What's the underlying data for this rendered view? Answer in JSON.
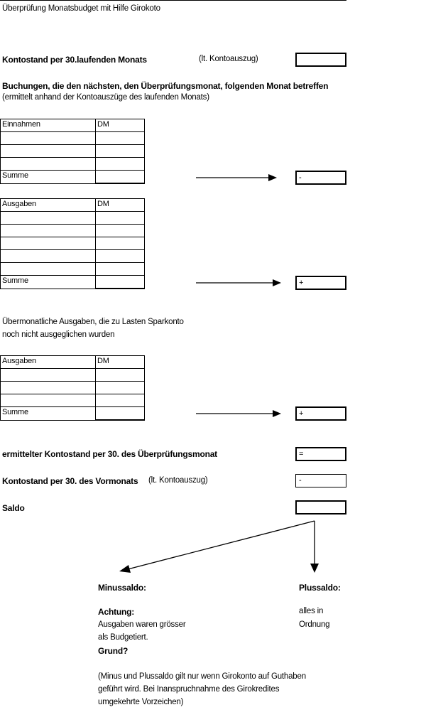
{
  "title": "Überprüfung Monatsbudget mit Hilfe Girokoto",
  "kontostand_laufend": {
    "label": "Kontostand per 30.laufenden Monats",
    "note": "(lt. Kontoauszug)"
  },
  "buchungen": {
    "heading": "Buchungen, die den nächsten, den Überprüfungsmonat, folgenden Monat betreffen",
    "sub": "(ermittelt anhand der Kontoauszüge des laufenden Monats)"
  },
  "einnahmen_table": {
    "col1": "Einnahmen",
    "col2": "DM",
    "sum": "Summe",
    "result_sign": "-"
  },
  "ausgaben_table": {
    "col1": "Ausgaben",
    "col2": "DM",
    "sum": "Summe",
    "result_sign": "+"
  },
  "uebermonatlich": {
    "line1": "Übermonatliche Ausgaben, die zu Lasten Sparkonto",
    "line2": "noch nicht ausgeglichen wurden"
  },
  "ausgaben_table2": {
    "col1": "Ausgaben",
    "col2": "DM",
    "sum": "Summe",
    "result_sign": "+"
  },
  "ermittelt": {
    "label": "ermittelter Kontostand per 30. des Überprüfungsmonat",
    "sign": "="
  },
  "vormonat": {
    "label": "Kontostand per 30. des Vormonats",
    "note": "(lt. Kontoauszug)",
    "sign": "-"
  },
  "saldo": {
    "label": "Saldo"
  },
  "minus": {
    "heading": "Minussaldo:",
    "achtung": "Achtung:",
    "line1": "Ausgaben waren grösser",
    "line2": "als Budgetiert.",
    "grund": "Grund?"
  },
  "plus": {
    "heading": "Plussaldo:",
    "line1": "alles in",
    "line2": "Ordnung"
  },
  "footnote": {
    "line1": "(Minus und Plussaldo gilt nur wenn Girokonto auf Guthaben",
    "line2": "geführt wird. Bei Inanspruchnahme des Girokredites",
    "line3": "umgekehrte Vorzeichen)"
  }
}
